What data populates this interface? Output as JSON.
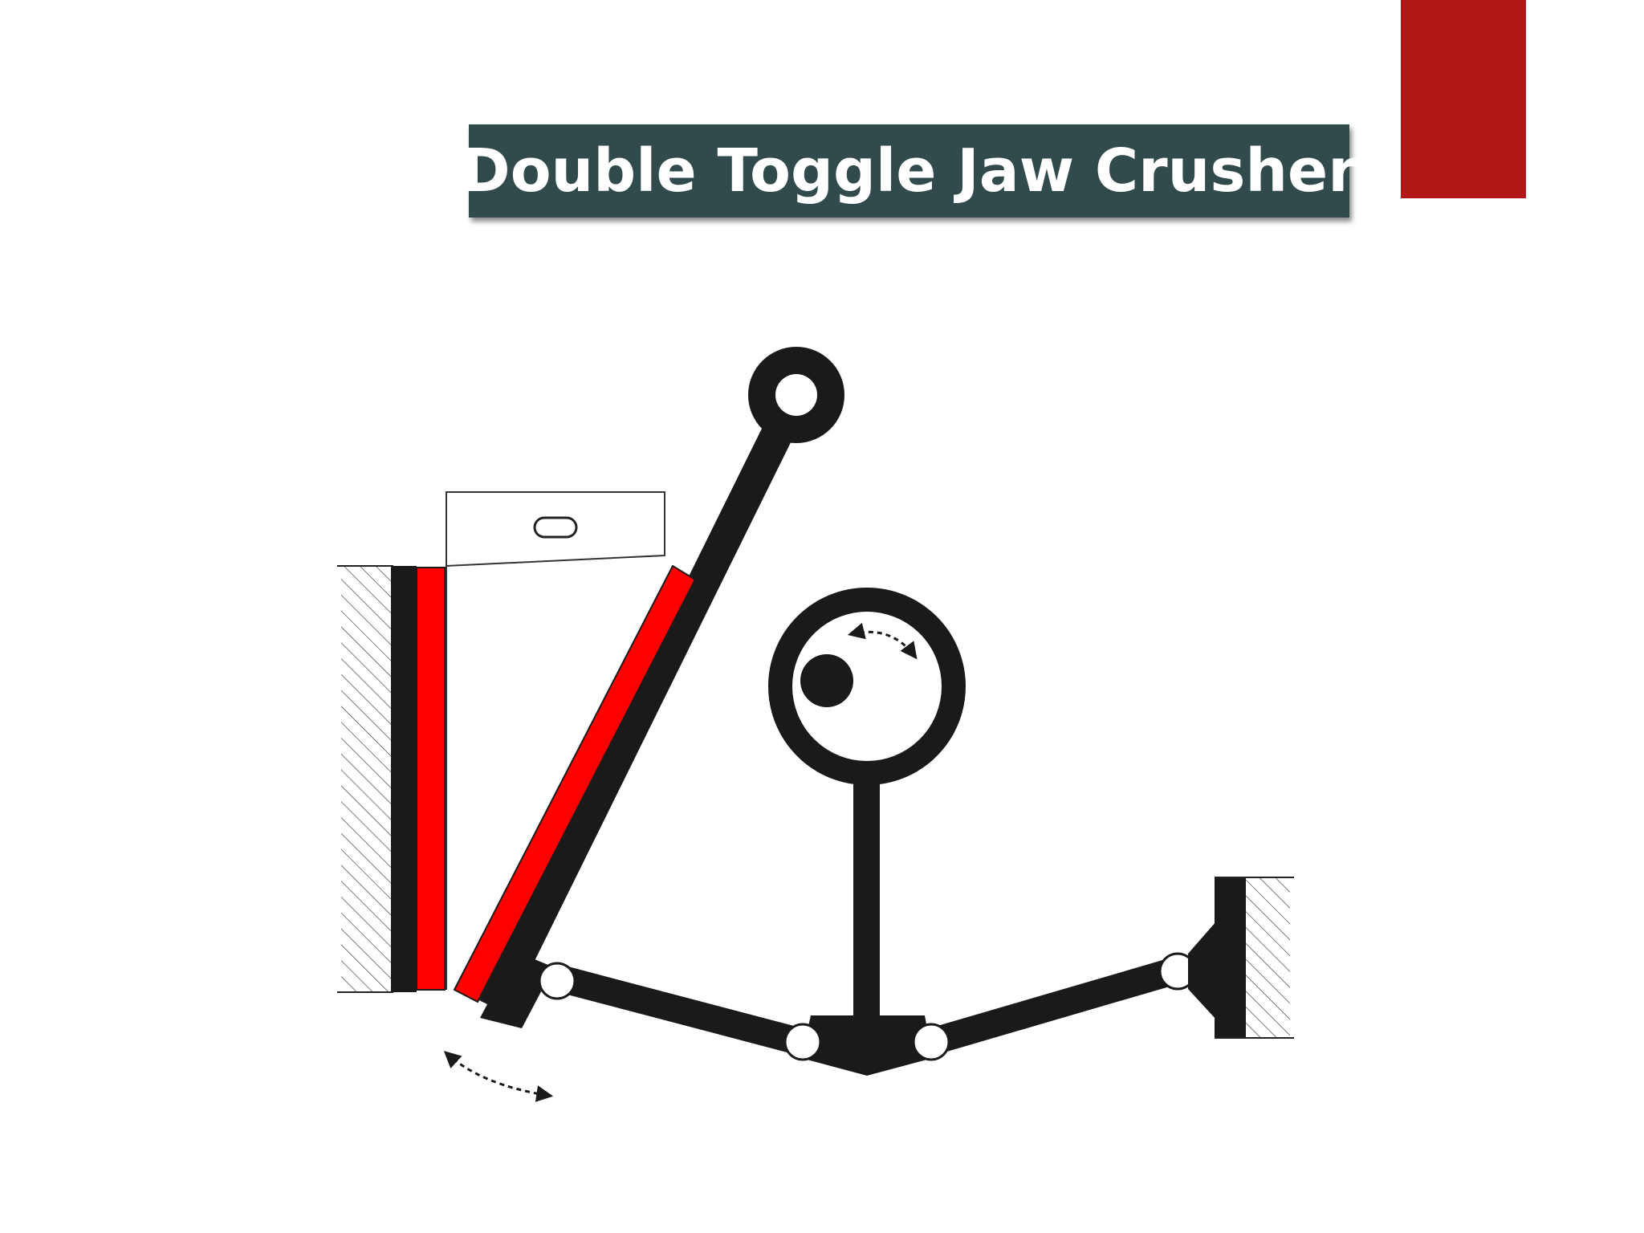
{
  "slide": {
    "title": "Double Toggle Jaw Crusher",
    "title_bg_color": "#314a4c",
    "accent_color": "#b01717"
  },
  "diagram": {
    "subject": "double-toggle-jaw-crusher",
    "colors": {
      "linkage": "#1a1a1a",
      "jaw_plates": "#ff0000",
      "background": "#ffffff"
    },
    "components": [
      "fixed-frame",
      "fixed-jaw-plate",
      "swing-jaw",
      "swing-jaw-plate",
      "feed-hopper",
      "upper-pivot",
      "eccentric-flywheel",
      "pitman",
      "front-toggle",
      "rear-toggle",
      "rear-support",
      "swing-motion-arrow",
      "rotation-arrow"
    ]
  }
}
